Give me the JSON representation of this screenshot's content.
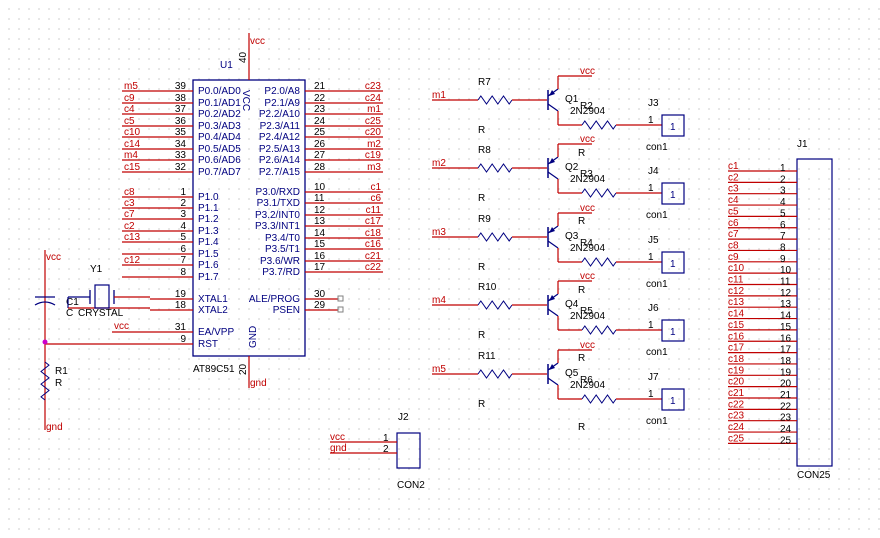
{
  "colors": {
    "wire": "#c00000",
    "net": "#c00000",
    "body": "#000080",
    "text": "#000000",
    "pin_dot": "#cc00cc",
    "nc": "#808080"
  },
  "u1": {
    "ref": "U1",
    "part": "AT89C51",
    "vcc_pin": "40",
    "gnd_pin": "20",
    "vcc_net": "vcc",
    "gnd_net": "gnd",
    "vcc_label": "VCC",
    "gnd_label": "GND",
    "left_pins": [
      {
        "num": "39",
        "name": "P0.0/AD0",
        "net": "m5"
      },
      {
        "num": "38",
        "name": "P0.1/AD1",
        "net": "c9"
      },
      {
        "num": "37",
        "name": "P0.2/AD2",
        "net": "c4"
      },
      {
        "num": "36",
        "name": "P0.3/AD3",
        "net": "c5"
      },
      {
        "num": "35",
        "name": "P0.4/AD4",
        "net": "c10"
      },
      {
        "num": "34",
        "name": "P0.5/AD5",
        "net": "c14"
      },
      {
        "num": "33",
        "name": "P0.6/AD6",
        "net": "m4"
      },
      {
        "num": "32",
        "name": "P0.7/AD7",
        "net": "c15"
      },
      {
        "num": "1",
        "name": "P1.0",
        "net": "c8"
      },
      {
        "num": "2",
        "name": "P1.1",
        "net": "c3"
      },
      {
        "num": "3",
        "name": "P1.2",
        "net": "c7"
      },
      {
        "num": "4",
        "name": "P1.3",
        "net": "c2"
      },
      {
        "num": "5",
        "name": "P1.4",
        "net": "c13"
      },
      {
        "num": "6",
        "name": "P1.5",
        "net": ""
      },
      {
        "num": "7",
        "name": "P1.6",
        "net": "c12"
      },
      {
        "num": "8",
        "name": "P1.7",
        "net": ""
      },
      {
        "num": "19",
        "name": "XTAL1",
        "net": ""
      },
      {
        "num": "18",
        "name": "XTAL2",
        "net": ""
      },
      {
        "num": "31",
        "name": "EA/VPP",
        "net": "vcc"
      },
      {
        "num": "9",
        "name": "RST",
        "net": ""
      }
    ],
    "right_pins": [
      {
        "num": "21",
        "name": "P2.0/A8",
        "net": "c23"
      },
      {
        "num": "22",
        "name": "P2.1/A9",
        "net": "c24"
      },
      {
        "num": "23",
        "name": "P2.2/A10",
        "net": "m1"
      },
      {
        "num": "24",
        "name": "P2.3/A11",
        "net": "c25"
      },
      {
        "num": "25",
        "name": "P2.4/A12",
        "net": "c20"
      },
      {
        "num": "26",
        "name": "P2.5/A13",
        "net": "m2"
      },
      {
        "num": "27",
        "name": "P2.6/A14",
        "net": "c19"
      },
      {
        "num": "28",
        "name": "P2.7/A15",
        "net": "m3"
      },
      {
        "num": "10",
        "name": "P3.0/RXD",
        "net": "c1"
      },
      {
        "num": "11",
        "name": "P3.1/TXD",
        "net": "c6"
      },
      {
        "num": "12",
        "name": "P3.2/INT0",
        "net": "c11"
      },
      {
        "num": "13",
        "name": "P3.3/INT1",
        "net": "c17"
      },
      {
        "num": "14",
        "name": "P3.4/T0",
        "net": "c18"
      },
      {
        "num": "15",
        "name": "P3.5/T1",
        "net": "c16"
      },
      {
        "num": "16",
        "name": "P3.6/WR",
        "net": "c21"
      },
      {
        "num": "17",
        "name": "P3.7/RD",
        "net": "c22"
      },
      {
        "num": "30",
        "name": "ALE/PROG",
        "net": ""
      },
      {
        "num": "29",
        "name": "PSEN",
        "net": ""
      }
    ]
  },
  "reset": {
    "c_ref": "C1",
    "c_val": "C",
    "r_ref": "R1",
    "r_val": "R",
    "vcc": "vcc",
    "gnd": "gnd"
  },
  "crystal": {
    "ref": "Y1",
    "val": "CRYSTAL"
  },
  "drivers": [
    {
      "in_net": "m1",
      "rb_ref": "R7",
      "rb_val": "R",
      "q_ref": "Q1",
      "q_part": "2N2904",
      "rc_ref": "R2",
      "rc_val": "R",
      "vcc": "vcc",
      "j_ref": "J3",
      "j_pin": "1",
      "j_val": "con1"
    },
    {
      "in_net": "m2",
      "rb_ref": "R8",
      "rb_val": "R",
      "q_ref": "Q2",
      "q_part": "2N2904",
      "rc_ref": "R3",
      "rc_val": "R",
      "vcc": "vcc",
      "j_ref": "J4",
      "j_pin": "1",
      "j_val": "con1"
    },
    {
      "in_net": "m3",
      "rb_ref": "R9",
      "rb_val": "R",
      "q_ref": "Q3",
      "q_part": "2N2904",
      "rc_ref": "R4",
      "rc_val": "R",
      "vcc": "vcc",
      "j_ref": "J5",
      "j_pin": "1",
      "j_val": "con1"
    },
    {
      "in_net": "m4",
      "rb_ref": "R10",
      "rb_val": "R",
      "q_ref": "Q4",
      "q_part": "2N2904",
      "rc_ref": "R5",
      "rc_val": "R",
      "vcc": "vcc",
      "j_ref": "J6",
      "j_pin": "1",
      "j_val": "con1"
    },
    {
      "in_net": "m5",
      "rb_ref": "R11",
      "rb_val": "R",
      "q_ref": "Q5",
      "q_part": "2N2904",
      "rc_ref": "R6",
      "rc_val": "R",
      "vcc": "vcc",
      "j_ref": "J7",
      "j_pin": "1",
      "j_val": "con1"
    }
  ],
  "j2": {
    "ref": "J2",
    "val": "CON2",
    "pins": [
      {
        "num": "1",
        "net": "vcc"
      },
      {
        "num": "2",
        "net": "gnd"
      }
    ]
  },
  "j1": {
    "ref": "J1",
    "val": "CON25",
    "pins": [
      {
        "num": "1",
        "net": "c1"
      },
      {
        "num": "2",
        "net": "c2"
      },
      {
        "num": "3",
        "net": "c3"
      },
      {
        "num": "4",
        "net": "c4"
      },
      {
        "num": "5",
        "net": "c5"
      },
      {
        "num": "6",
        "net": "c6"
      },
      {
        "num": "7",
        "net": "c7"
      },
      {
        "num": "8",
        "net": "c8"
      },
      {
        "num": "9",
        "net": "c9"
      },
      {
        "num": "10",
        "net": "c10"
      },
      {
        "num": "11",
        "net": "c11"
      },
      {
        "num": "12",
        "net": "c12"
      },
      {
        "num": "13",
        "net": "c13"
      },
      {
        "num": "14",
        "net": "c14"
      },
      {
        "num": "15",
        "net": "c15"
      },
      {
        "num": "16",
        "net": "c16"
      },
      {
        "num": "17",
        "net": "c17"
      },
      {
        "num": "18",
        "net": "c18"
      },
      {
        "num": "19",
        "net": "c19"
      },
      {
        "num": "20",
        "net": "c20"
      },
      {
        "num": "21",
        "net": "c21"
      },
      {
        "num": "22",
        "net": "c22"
      },
      {
        "num": "23",
        "net": "c23"
      },
      {
        "num": "24",
        "net": "c24"
      },
      {
        "num": "25",
        "net": "c25"
      }
    ]
  }
}
